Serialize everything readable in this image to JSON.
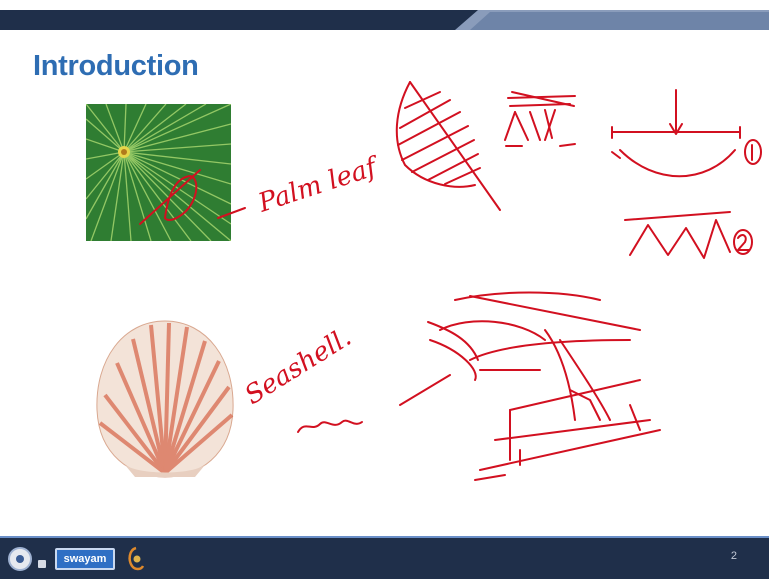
{
  "slide": {
    "title": "Introduction",
    "page_number": "2"
  },
  "footer": {
    "swayam_logo_text": "swayam"
  },
  "colors": {
    "title": "#2e6db3",
    "ink": "#d21020",
    "top_bar": "#1f2f4a",
    "footer": "#1f2f4a"
  },
  "handwriting": [
    "Palm leaf",
    "Seashell."
  ]
}
